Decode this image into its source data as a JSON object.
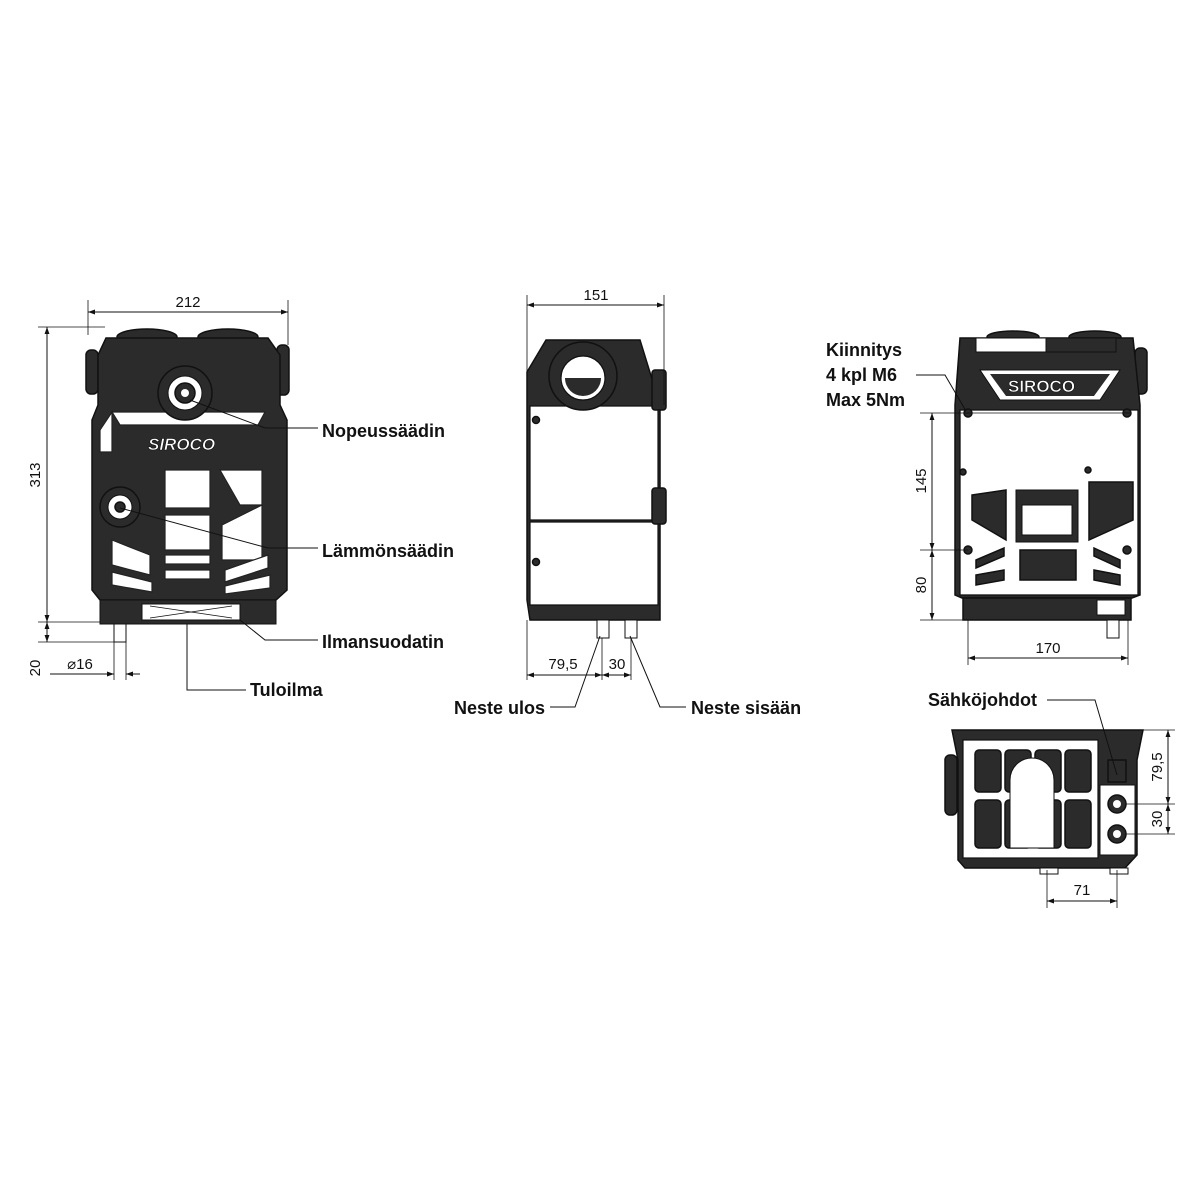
{
  "brand": "SIROCO",
  "front_view": {
    "dims": {
      "width": "212",
      "height": "313",
      "bottom": "20",
      "diameter": "⌀16"
    },
    "labels": {
      "speed_control": "Nopeussäädin",
      "heat_control": "Lämmönsäädin",
      "air_filter": "Ilmansuodatin",
      "inlet_air": "Tuloilma"
    }
  },
  "side_view": {
    "dims": {
      "depth": "151",
      "outlet_offset": "79,5",
      "pipe_spacing": "30"
    },
    "labels": {
      "fluid_out": "Neste ulos",
      "fluid_in": "Neste sisään"
    }
  },
  "rear_view": {
    "dims": {
      "width": "170",
      "upper_height": "145",
      "lower_height": "80"
    },
    "labels": {
      "mounting_line1": "Kiinnitys",
      "mounting_line2": "4 kpl M6",
      "mounting_line3": "Max 5Nm"
    }
  },
  "bottom_view": {
    "dims": {
      "offset_x": "71",
      "offset_y": "79,5",
      "pipe_spacing": "30"
    },
    "labels": {
      "electrical": "Sähköjohdot"
    }
  }
}
